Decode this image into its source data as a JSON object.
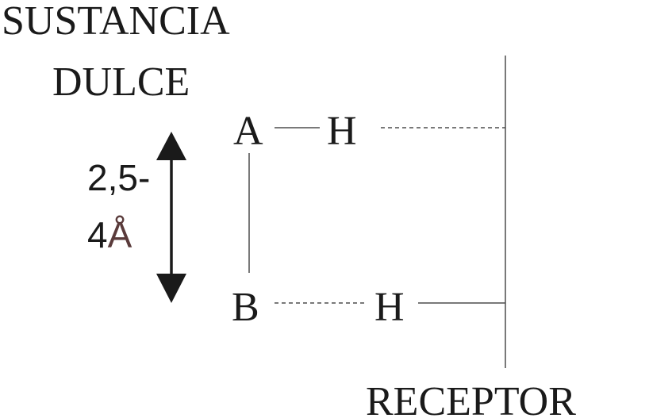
{
  "title": {
    "line1": "SUSTANCIA",
    "line2": "DULCE"
  },
  "receptor_label": "RECEPTOR",
  "atoms": {
    "a": "A",
    "b": "B",
    "h_top": "H",
    "h_bottom": "H"
  },
  "distance": {
    "value_line1": "2,5-",
    "value_line2_number": "4",
    "value_line2_unit": "Å"
  },
  "colors": {
    "text": "#1a1a1a",
    "line": "#4d4d4d",
    "unit_accent": "#5a3b3b"
  }
}
